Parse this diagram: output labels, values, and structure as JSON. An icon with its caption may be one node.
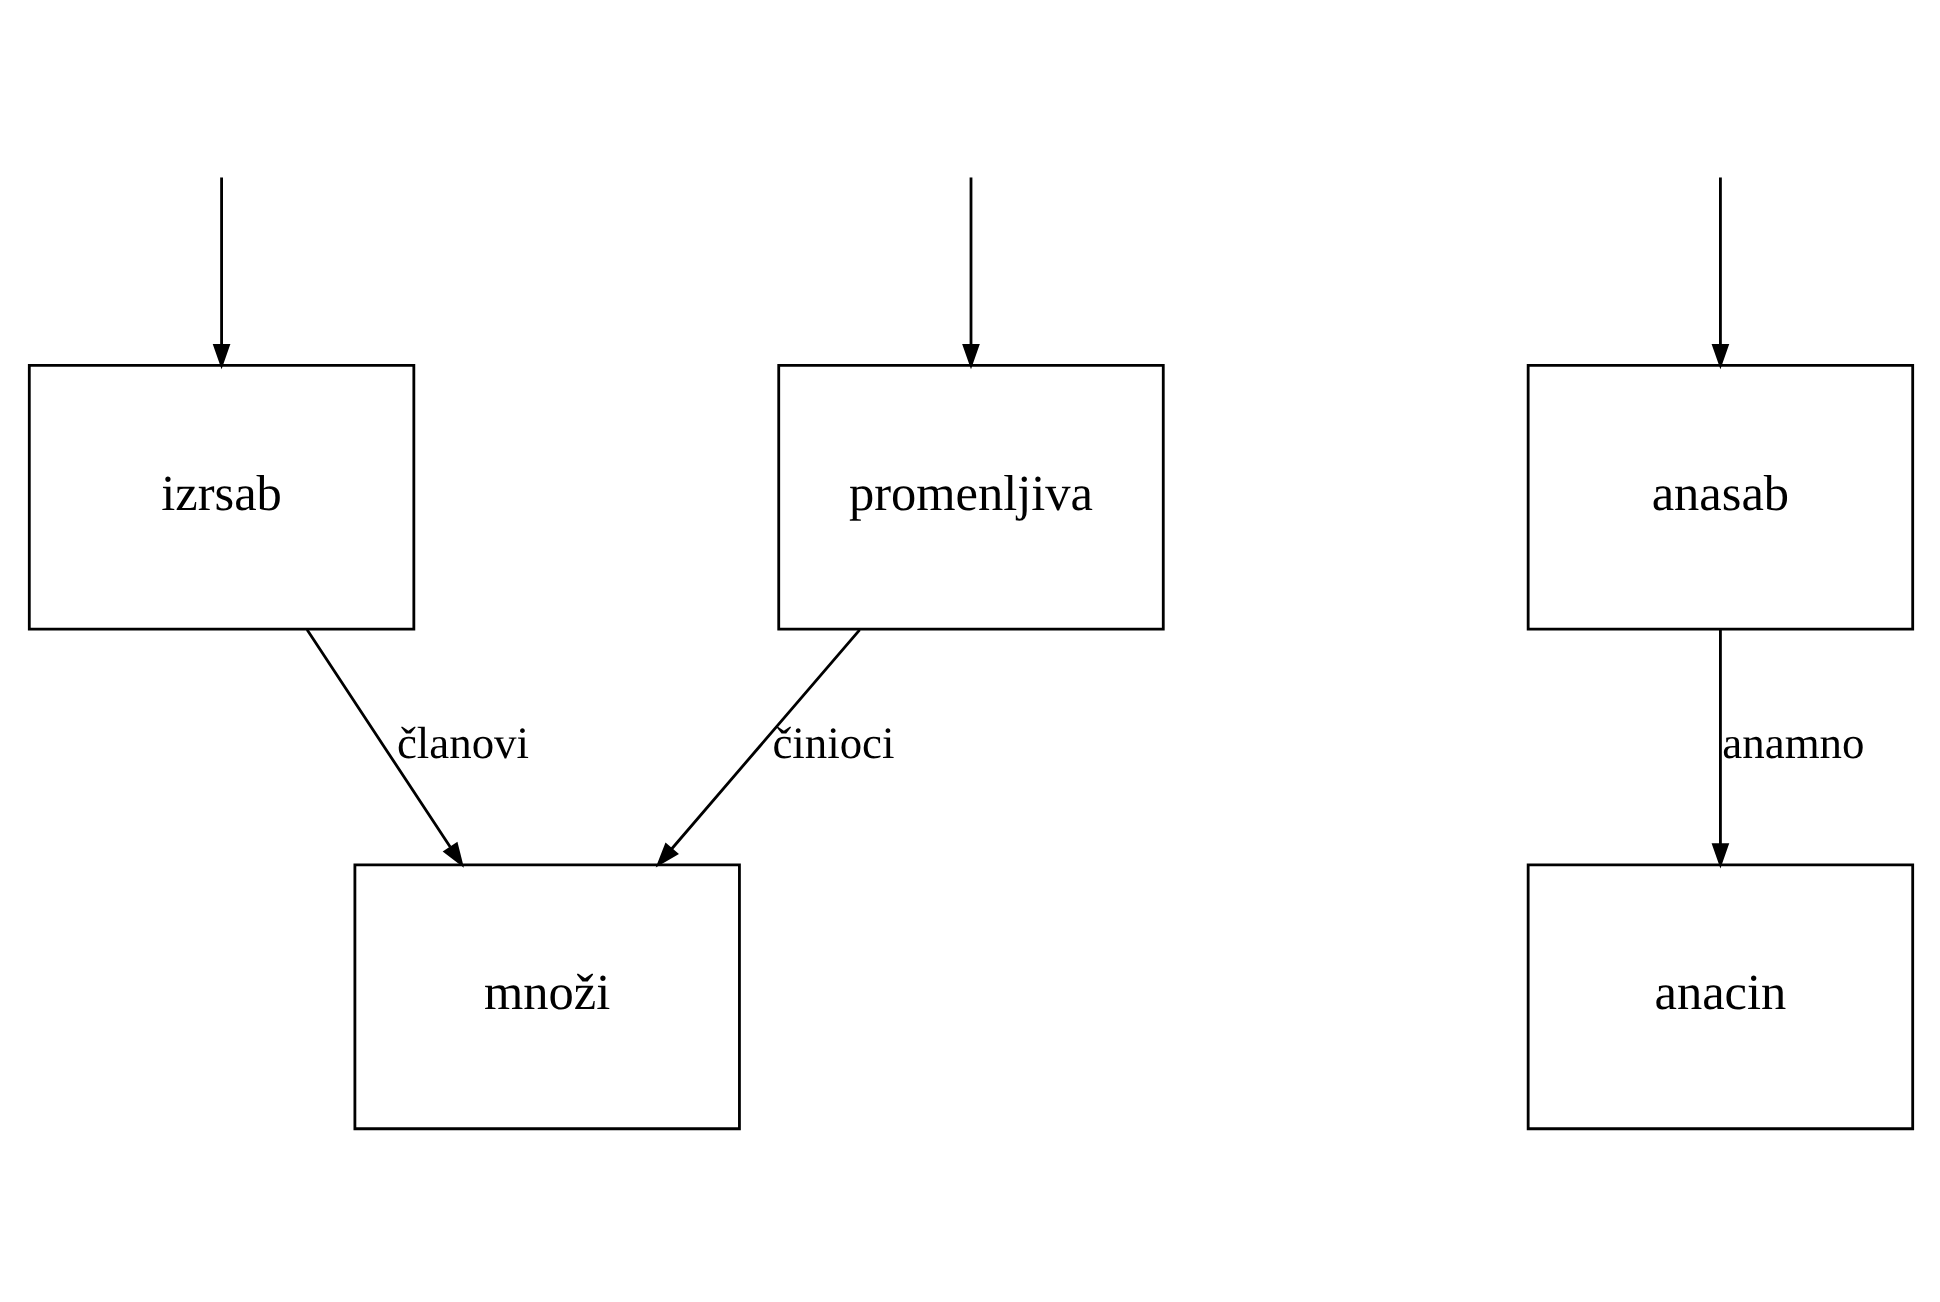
{
  "diagram": {
    "nodes": [
      {
        "text": [
          "izrsab"
        ]
      },
      {
        "text": [
          "promenljiva"
        ]
      },
      {
        "text": [
          "anasab"
        ]
      },
      {
        "text": [
          "množi"
        ]
      },
      {
        "text": [
          "anacin"
        ]
      }
    ],
    "edges": [
      {
        "from": null,
        "to": 0,
        "arrow": "to"
      },
      {
        "from": null,
        "to": 1,
        "arrow": "to"
      },
      {
        "from": null,
        "to": 2,
        "arrow": "to"
      },
      {
        "from": 0,
        "to": 3,
        "label": "članovi",
        "arrow": "to"
      },
      {
        "from": 1,
        "to": 3,
        "label": "činioci",
        "arrow": "to"
      },
      {
        "from": 2,
        "to": 4,
        "label": "anamno",
        "arrow": "to"
      }
    ]
  }
}
